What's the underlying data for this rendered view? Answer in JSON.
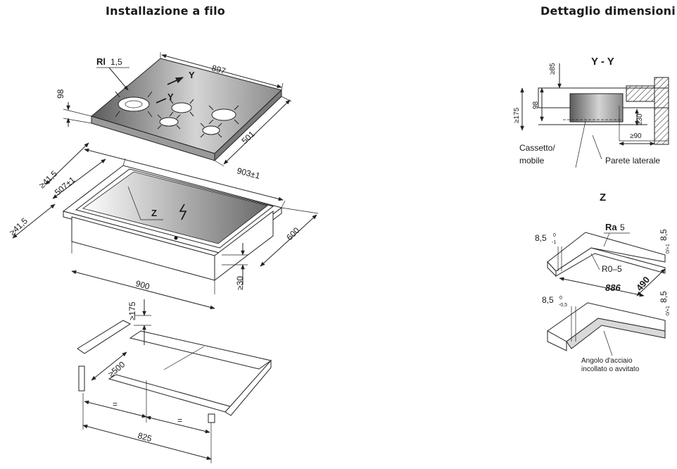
{
  "titles": {
    "left": "Installazione a filo",
    "right": "Dettaglio dimensioni"
  },
  "hob": {
    "ri_prefix": "Rl",
    "ri_value": "1,5",
    "width": "897",
    "height": "98",
    "depth": "501",
    "section_mark": "Y"
  },
  "cutout": {
    "offset_top": "≥41,5",
    "inner": "507±1",
    "offset_bottom": "≥41,5",
    "width": "903±1",
    "depth": "600",
    "front_width": "900",
    "below": "≥30",
    "z_mark": "Z"
  },
  "frame": {
    "clearance": "≥175",
    "depth": "≥500",
    "eq_left": "=",
    "eq_right": "=",
    "width": "825"
  },
  "section_yy": {
    "title": "Y - Y",
    "top": "≥85",
    "total": "≥175",
    "inner": "98",
    "wall": "≥30",
    "side": "≥90",
    "drawer_label_1": "Cassetto/",
    "drawer_label_2": "mobile",
    "side_panel_label": "Parete laterale"
  },
  "detail_z": {
    "title": "Z",
    "ra_prefix": "Ra",
    "ra_value": "5",
    "depth_top": "8,5",
    "depth_top_tol_up": "0",
    "depth_top_tol_down": "-1",
    "right_top": "8,5",
    "right_top_tol": "0/+1",
    "radius": "R0–5",
    "length": "886",
    "width": "490",
    "depth_bottom": "8,5",
    "depth_bottom_tol_up": "0",
    "depth_bottom_tol_down": "-0,5",
    "right_bottom": "8,5",
    "right_bottom_tol": "0/+1",
    "note_1": "Angolo d'acciaio",
    "note_2": "incollato o avvitato"
  }
}
